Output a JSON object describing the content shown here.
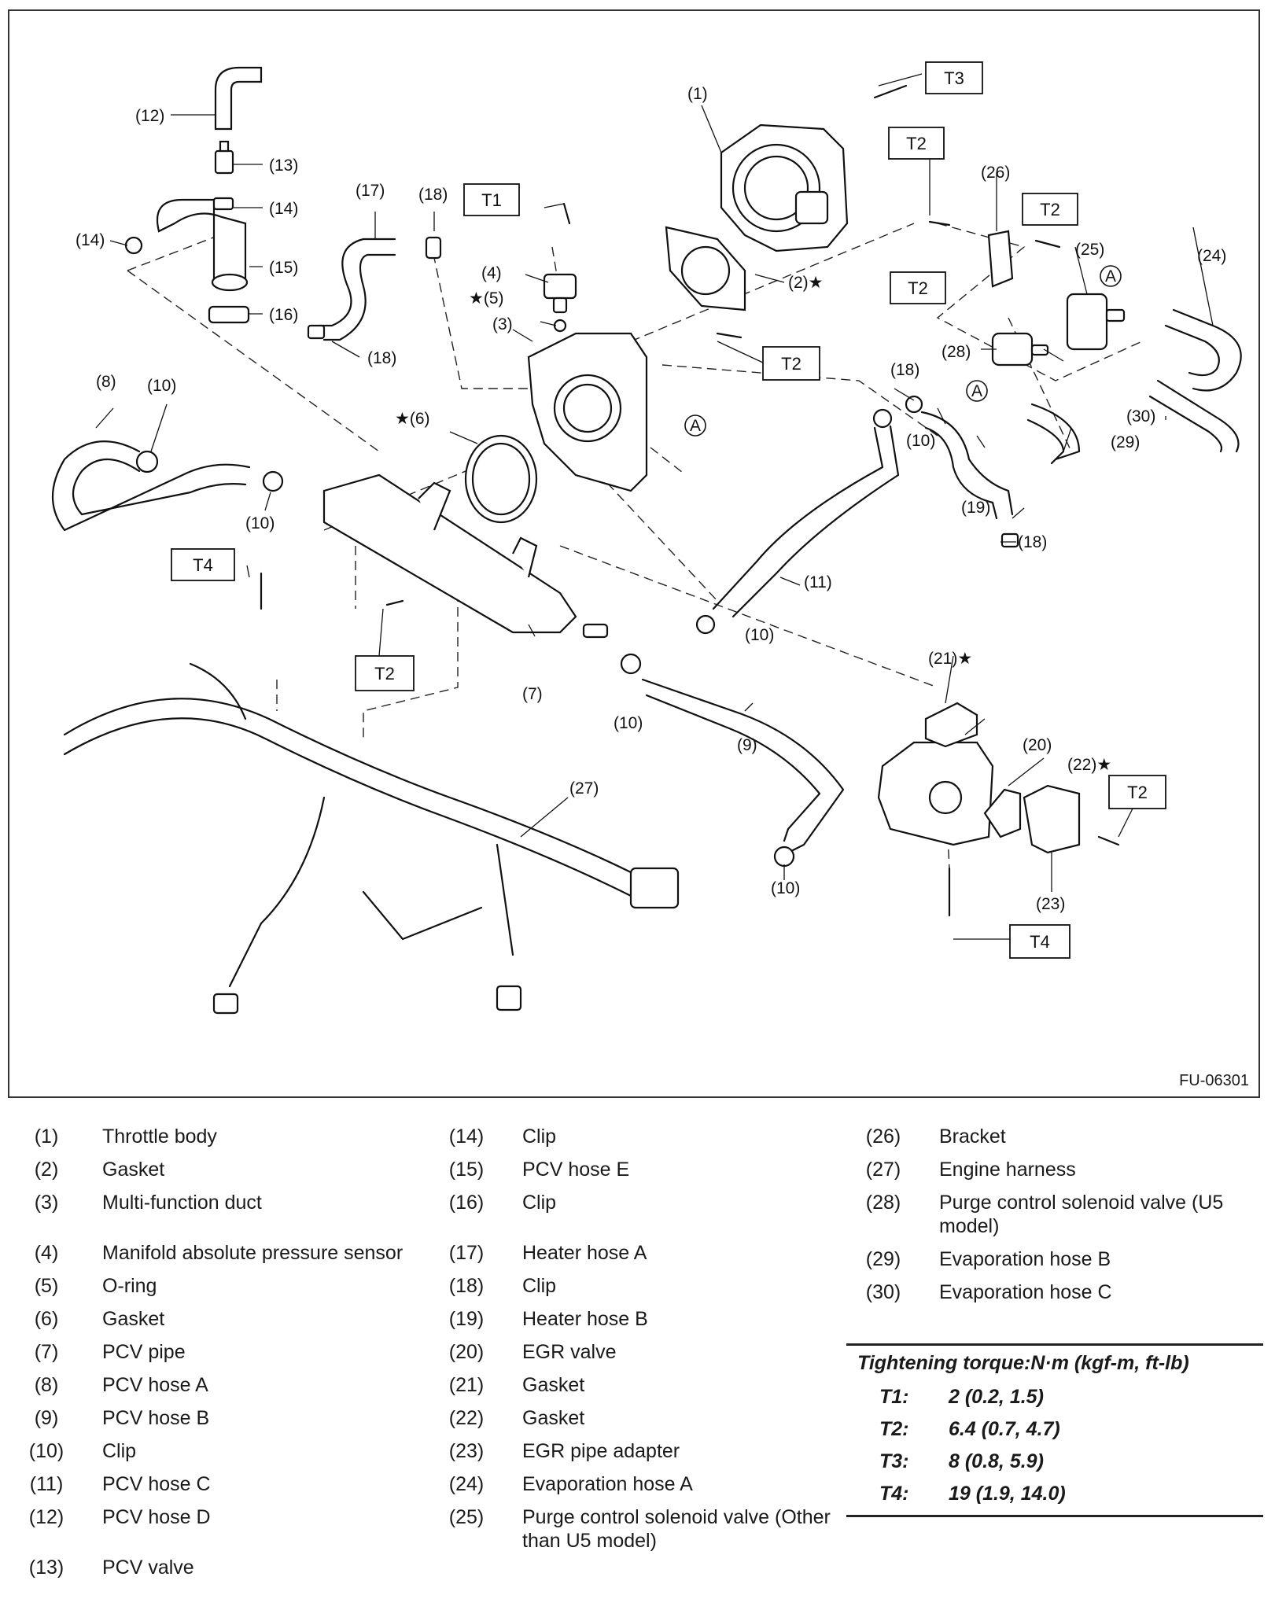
{
  "diagram": {
    "figure_code": "FU-06301",
    "labels": {
      "p1": "(1)",
      "p2": "(2)★",
      "p3": "(3)",
      "p4": "(4)",
      "p5": "★(5)",
      "p6": "★(6)",
      "p7": "(7)",
      "p8": "(8)",
      "p9": "(9)",
      "p10a": "(10)",
      "p10b": "(10)",
      "p10c": "(10)",
      "p10d": "(10)",
      "p10e": "(10)",
      "p10f": "(10)",
      "p11": "(11)",
      "p12": "(12)",
      "p13": "(13)",
      "p14a": "(14)",
      "p14b": "(14)",
      "p15": "(15)",
      "p16": "(16)",
      "p17": "(17)",
      "p18a": "(18)",
      "p18b": "(18)",
      "p18c": "(18)",
      "p18d": "(18)",
      "p19": "(19)",
      "p20": "(20)",
      "p21": "(21)★",
      "p22": "(22)★",
      "p23": "(23)",
      "p24": "(24)",
      "p25": "(25)",
      "p26": "(26)",
      "p27": "(27)",
      "p28": "(28)",
      "p29": "(29)",
      "p30": "(30)",
      "markA1": "A",
      "markA2": "A",
      "markA3": "A"
    },
    "torque_boxes": {
      "t1": "T1",
      "t2a": "T2",
      "t2b": "T2",
      "t2c": "T2",
      "t2d": "T2",
      "t2e": "T2",
      "t2f": "T2",
      "t3": "T3",
      "t4a": "T4",
      "t4b": "T4"
    }
  },
  "legend": {
    "col1": [
      {
        "num": "(1)",
        "label": "Throttle body"
      },
      {
        "num": "(2)",
        "label": "Gasket"
      },
      {
        "num": "(3)",
        "label": "Multi-function duct"
      },
      {
        "num": "(4)",
        "label": "Manifold absolute pressure sensor"
      },
      {
        "num": "(5)",
        "label": "O-ring"
      },
      {
        "num": "(6)",
        "label": "Gasket"
      },
      {
        "num": "(7)",
        "label": "PCV pipe"
      },
      {
        "num": "(8)",
        "label": "PCV hose A"
      },
      {
        "num": "(9)",
        "label": "PCV hose B"
      },
      {
        "num": "(10)",
        "label": "Clip"
      },
      {
        "num": "(11)",
        "label": "PCV hose C"
      },
      {
        "num": "(12)",
        "label": "PCV hose D"
      },
      {
        "num": "(13)",
        "label": "PCV valve"
      }
    ],
    "col2": [
      {
        "num": "(14)",
        "label": "Clip"
      },
      {
        "num": "(15)",
        "label": "PCV hose E"
      },
      {
        "num": "(16)",
        "label": "Clip"
      },
      {
        "num": "(17)",
        "label": "Heater hose A"
      },
      {
        "num": "(18)",
        "label": "Clip"
      },
      {
        "num": "(19)",
        "label": "Heater hose B"
      },
      {
        "num": "(20)",
        "label": "EGR valve"
      },
      {
        "num": "(21)",
        "label": "Gasket"
      },
      {
        "num": "(22)",
        "label": "Gasket"
      },
      {
        "num": "(23)",
        "label": "EGR pipe adapter"
      },
      {
        "num": "(24)",
        "label": "Evaporation hose A"
      },
      {
        "num": "(25)",
        "label": "Purge control solenoid valve (Other than U5 model)"
      }
    ],
    "col3": [
      {
        "num": "(26)",
        "label": "Bracket"
      },
      {
        "num": "(27)",
        "label": "Engine harness"
      },
      {
        "num": "(28)",
        "label": "Purge control solenoid valve (U5 model)"
      },
      {
        "num": "(29)",
        "label": "Evaporation hose B"
      },
      {
        "num": "(30)",
        "label": "Evaporation hose C"
      }
    ]
  },
  "torque": {
    "heading": "Tightening torque:N·m (kgf-m, ft-lb)",
    "rows": [
      {
        "key": "T1:",
        "value": "2 (0.2, 1.5)"
      },
      {
        "key": "T2:",
        "value": "6.4 (0.7, 4.7)"
      },
      {
        "key": "T3:",
        "value": "8 (0.8, 5.9)"
      },
      {
        "key": "T4:",
        "value": "19 (1.9, 14.0)"
      }
    ]
  }
}
